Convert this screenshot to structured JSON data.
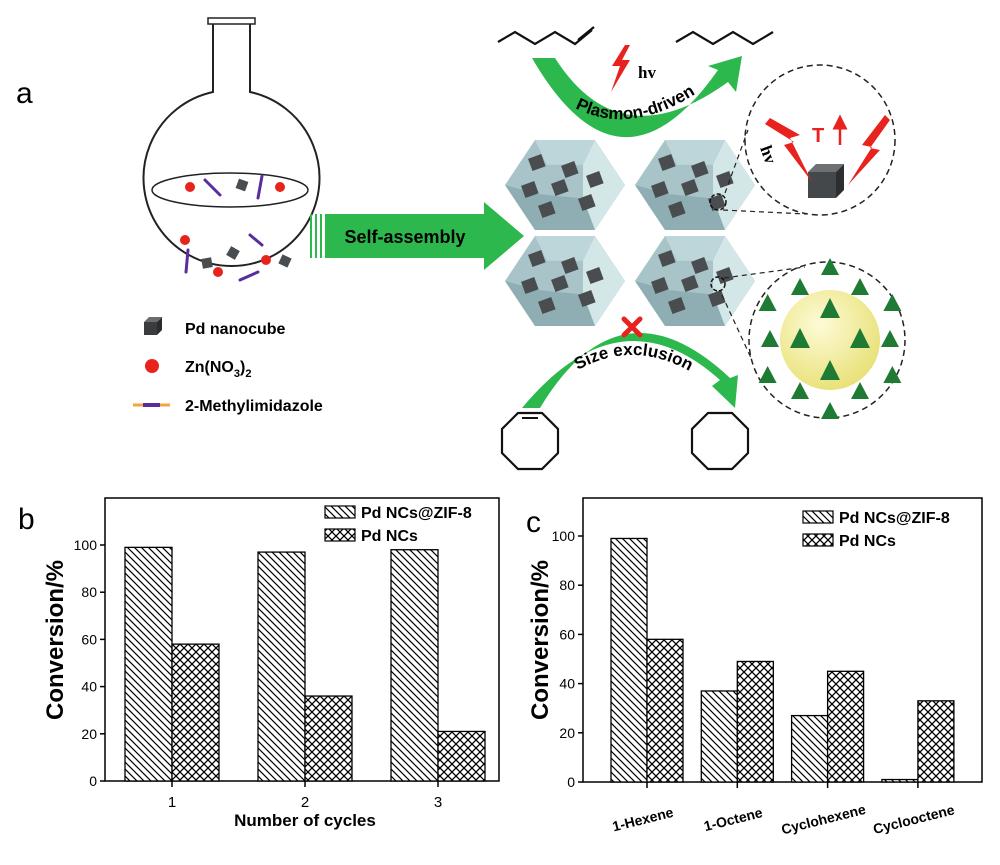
{
  "panel_a": {
    "label": "a",
    "self_assembly": "Self-assembly",
    "top_arrow": "Plasmon-driven",
    "bottom_arrow": "Size exclusion",
    "hv": "hv",
    "temperature": "T",
    "legend": {
      "nanocube": "Pd nanocube",
      "zn_main": "Zn(NO",
      "zn_sub1": "3",
      "zn_mid": ")",
      "zn_sub2": "2",
      "linker": "2-Methylimidazole"
    },
    "colors": {
      "green": "#2db84d",
      "red": "#e8231e",
      "zif": "#a9c8cc",
      "cube": "#4a4d4f",
      "sphere": "#f3f09a"
    }
  },
  "chart_data": [
    {
      "panel_label": "b",
      "type": "bar",
      "title": "",
      "xlabel": "Number of cycles",
      "ylabel": "Conversion/%",
      "categories": [
        "1",
        "2",
        "3"
      ],
      "series": [
        {
          "name": "Pd NCs@ZIF-8",
          "pattern": "diagonal",
          "values": [
            99,
            97,
            98
          ]
        },
        {
          "name": "Pd NCs",
          "pattern": "crosshatch",
          "values": [
            58,
            36,
            21
          ]
        }
      ],
      "yticks": [
        "0",
        "20",
        "40",
        "60",
        "80",
        "100"
      ],
      "ylim": [
        0,
        120
      ],
      "legend_position": "top-right",
      "grid": false
    },
    {
      "panel_label": "c",
      "type": "bar",
      "title": "",
      "xlabel": "",
      "ylabel": "Conversion/%",
      "categories": [
        "1-Hexene",
        "1-Octene",
        "Cyclohexene",
        "Cyclooctene"
      ],
      "series": [
        {
          "name": "Pd NCs@ZIF-8",
          "pattern": "diagonal",
          "values": [
            99,
            37,
            27,
            1
          ]
        },
        {
          "name": "Pd NCs",
          "pattern": "crosshatch",
          "values": [
            58,
            49,
            45,
            33
          ]
        }
      ],
      "yticks": [
        "0",
        "20",
        "40",
        "60",
        "80",
        "100"
      ],
      "ylim": [
        0,
        115
      ],
      "legend_position": "top-right",
      "grid": false
    }
  ]
}
